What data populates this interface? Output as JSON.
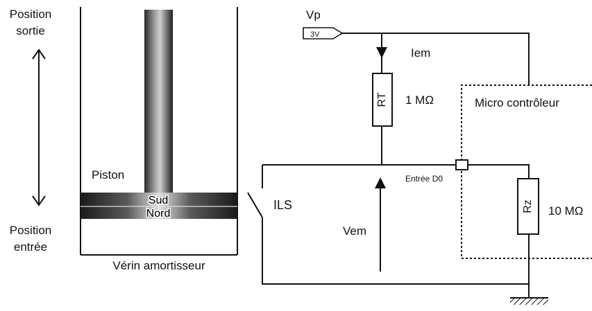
{
  "left": {
    "position_out_line1": "Position",
    "position_out_line2": "sortie",
    "position_in_line1": "Position",
    "position_in_line2": "entrée",
    "piston": "Piston",
    "magnet_south": "Sud",
    "magnet_north": "Nord",
    "cylinder_caption": "Vérin amortisseur"
  },
  "circuit": {
    "supply_name": "Vp",
    "supply_value": "3V",
    "current": "Iem",
    "resistor_rt": "RT",
    "resistor_rt_value": "1 MΩ",
    "microcontroller": "Micro contrôleur",
    "input_pin": "Entrée D0",
    "resistor_rz": "Rz",
    "resistor_rz_value": "10 MΩ",
    "reed_switch": "ILS",
    "voltage": "Vem"
  },
  "colors": {
    "ink": "#111111",
    "rod_dark": "#2a2a2a",
    "rod_light": "#bdbdbd"
  }
}
